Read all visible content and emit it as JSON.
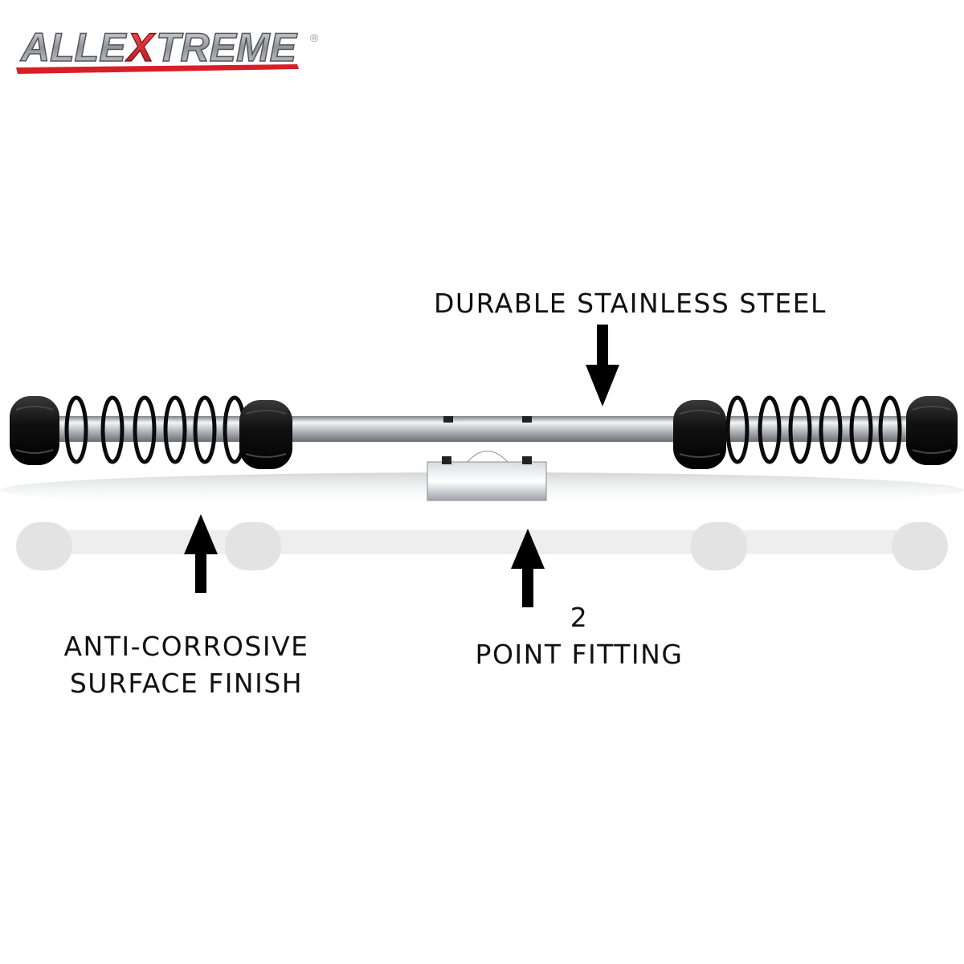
{
  "brand": {
    "logo_text_a": "ALLE",
    "logo_text_b": "XTREME",
    "registered_mark": "®",
    "colors": {
      "silver": "#8f959b",
      "red": "#d61f26",
      "dark": "#333333"
    }
  },
  "callouts": {
    "steel": {
      "line1": "DURABLE STAINLESS STEEL"
    },
    "finish": {
      "line1": "ANTI-CORROSIVE",
      "line2": "SURFACE FINISH"
    },
    "fitting": {
      "line1": "2",
      "line2": "POINT FITTING"
    }
  },
  "icons": {
    "steel_arrow": "arrow-down-icon",
    "finish_arrow": "arrow-up-icon",
    "fitting_arrow": "arrow-up-icon"
  }
}
